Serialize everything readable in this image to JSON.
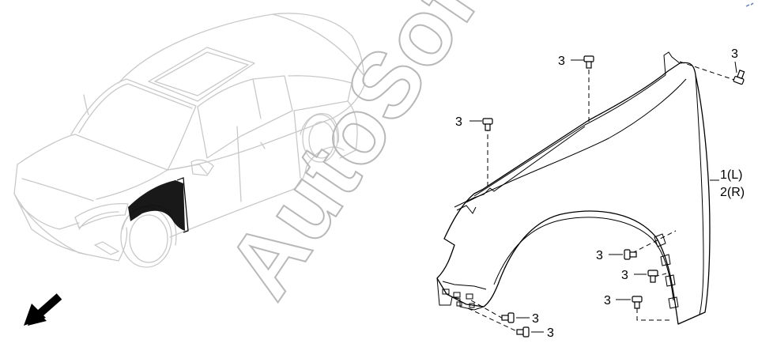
{
  "watermark": "AutoSoft",
  "part_labels": {
    "fender": "1(L)",
    "fender_right": "2(R)",
    "bolt_top": "3",
    "bolt_top_right": "3",
    "bolt_mid": "3",
    "bolt_arch_1": "3",
    "bolt_arch_2": "3",
    "bolt_arch_3": "3",
    "bolt_bottom_1": "3",
    "bolt_bottom_2": "3"
  },
  "icons": {
    "direction": "front-direction-arrow-icon",
    "bolt": "bolt-icon"
  },
  "colors": {
    "car_outline": "#c9c9c9",
    "part_outline": "#000000",
    "highlight": "#000000"
  }
}
